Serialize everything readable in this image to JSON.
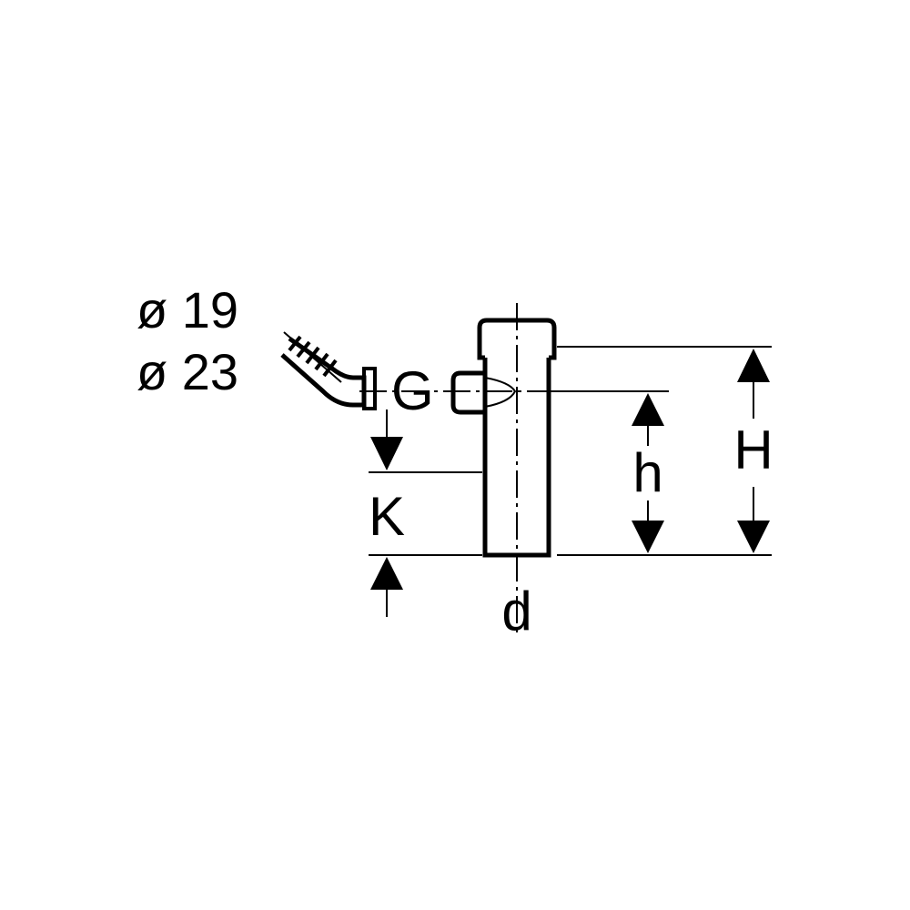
{
  "labels": {
    "diameter_1": "ø 19",
    "diameter_2": "ø 23",
    "thread": "G",
    "height_total": "H",
    "height_branch": "h",
    "k_dim": "K",
    "pipe_diameter": "d"
  },
  "colors": {
    "line": "#000000",
    "background": "#ffffff"
  }
}
